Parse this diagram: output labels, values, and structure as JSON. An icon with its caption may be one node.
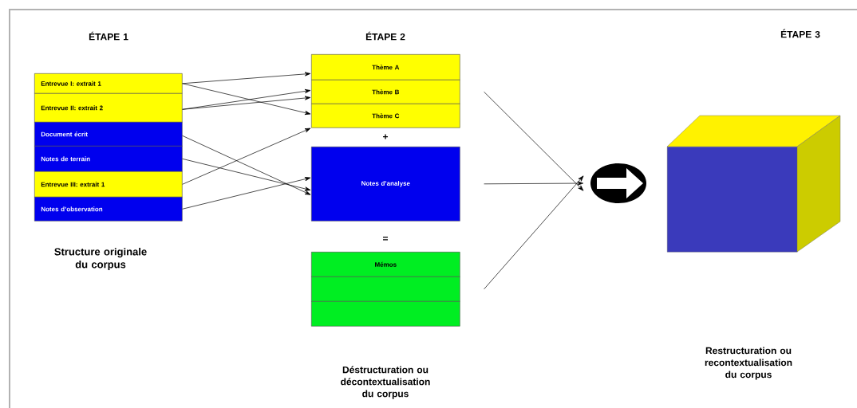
{
  "diagram": {
    "nodes": [
      {
        "text": [
          "Entrevue I: extrait 1"
        ]
      },
      {
        "text": [
          "Entrevue II: extrait 2"
        ]
      },
      {
        "text": [
          "Document écrit"
        ]
      },
      {
        "text": [
          "Notes de terrain"
        ]
      },
      {
        "text": [
          "Entrevue III: extrait 1"
        ]
      },
      {
        "text": [
          "Notes d’observation"
        ]
      },
      {
        "text": [
          "Thème A"
        ]
      },
      {
        "text": [
          "Thème B"
        ]
      },
      {
        "text": [
          "Thème C"
        ]
      },
      {
        "text": [
          "Notes d’analyse"
        ]
      },
      {
        "text": [
          "Mémos"
        ]
      },
      {
        "text": [],
        "shape": "box"
      },
      {
        "text": [],
        "shape": "box"
      },
      {
        "text": [],
        "shape": "circle"
      },
      {
        "text": [],
        "shape": "box"
      }
    ],
    "edges": [
      {
        "from": 0,
        "to": 6,
        "arrow": "to"
      },
      {
        "from": 0,
        "to": 8,
        "arrow": "to"
      },
      {
        "from": 1,
        "to": 7,
        "arrow": "to"
      },
      {
        "from": 1,
        "to": 7,
        "arrow": "to"
      },
      {
        "from": 2,
        "to": 9,
        "arrow": "to"
      },
      {
        "from": 3,
        "to": 9,
        "arrow": "to"
      },
      {
        "from": 4,
        "to": 8,
        "arrow": "to"
      },
      {
        "from": 5,
        "to": 9,
        "arrow": "to"
      },
      {
        "from": 7,
        "to": 13,
        "arrow": "to"
      },
      {
        "from": 9,
        "to": 13,
        "arrow": "to"
      },
      {
        "from": 11,
        "to": 13,
        "arrow": "to"
      }
    ],
    "labels": [
      "ÉTAPE 1",
      "ÉTAPE 2",
      "ÉTAPE 3",
      "Structure originale du corpus",
      "+",
      "=",
      "Déstructuration ou décontextualisation du corpus",
      "Restructuration ou recontextualisation du corpus"
    ]
  }
}
